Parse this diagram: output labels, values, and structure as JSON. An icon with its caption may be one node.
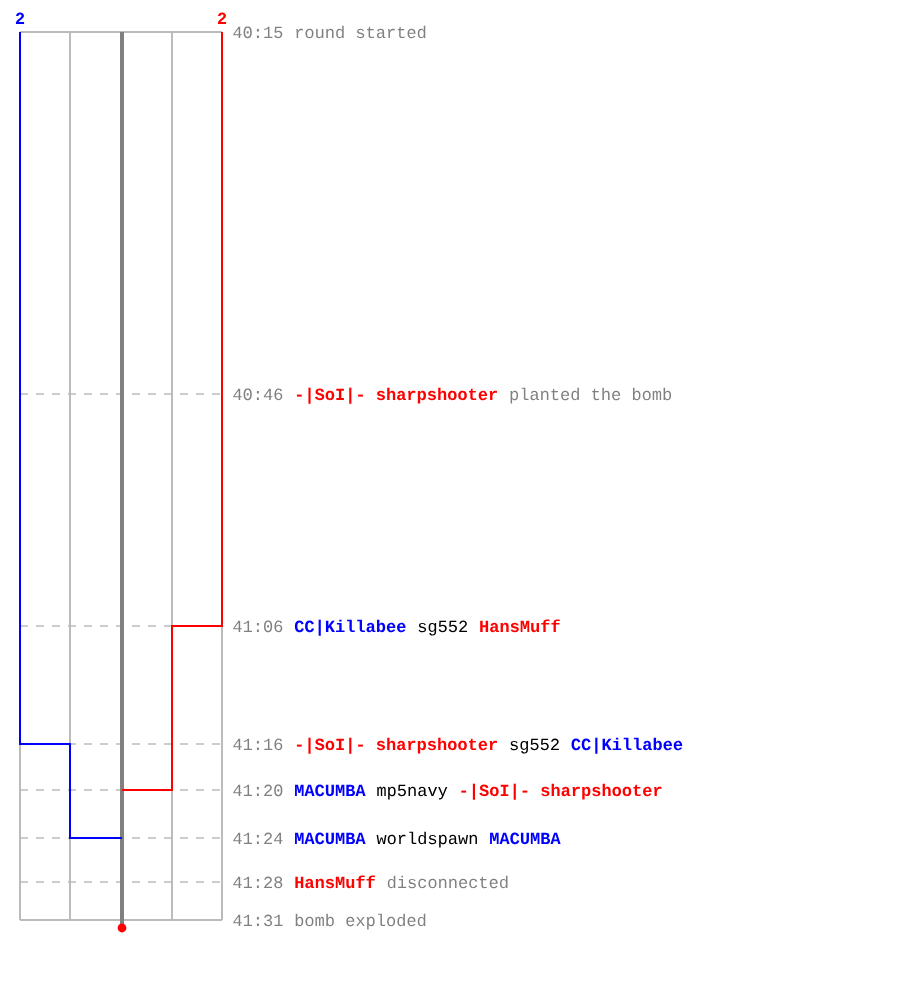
{
  "diagram": {
    "labels": [
      "2",
      "2",
      "40:15",
      "round started",
      "40:46",
      "-|SoI|- sharpshooter",
      "planted the bomb",
      "41:06",
      "CC|Killabee",
      "sg552",
      "HansMuff",
      "41:16",
      "-|SoI|- sharpshooter",
      "sg552",
      "CC|Killabee",
      "41:20",
      "MACUMBA",
      "mp5navy",
      "-|SoI|- sharpshooter",
      "41:24",
      "MACUMBA",
      "worldspawn",
      "MACUMBA",
      "41:28",
      "HansMuff",
      "disconnected",
      "41:31",
      "bomb exploded"
    ]
  }
}
